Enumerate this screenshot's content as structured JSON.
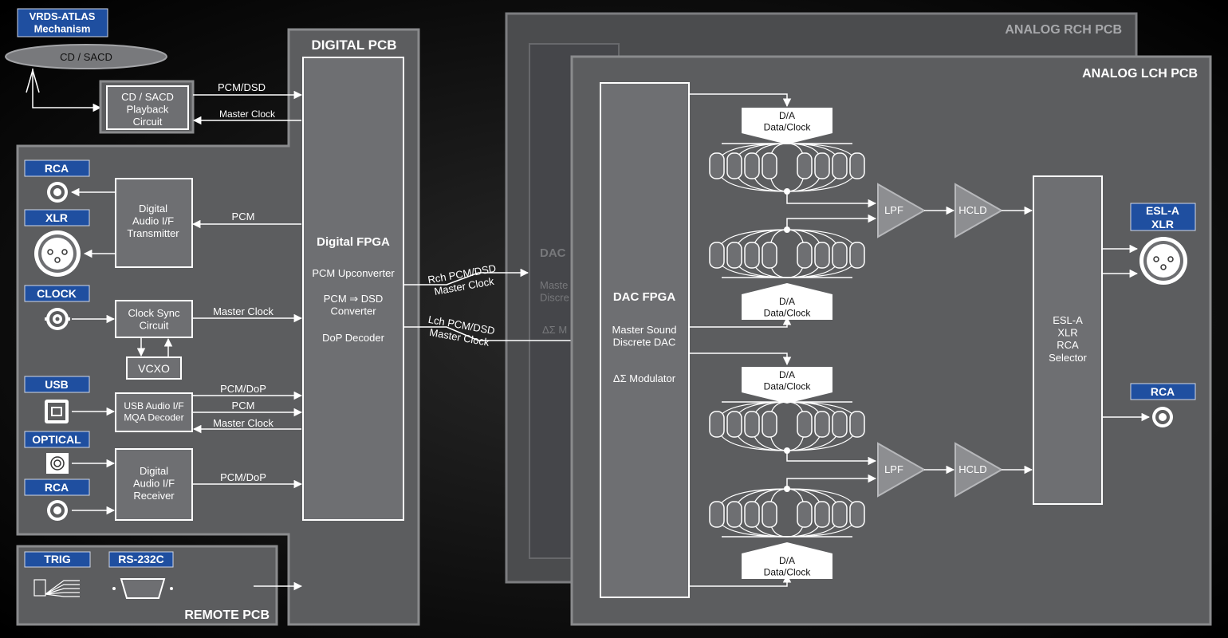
{
  "colors": {
    "background": "#000000",
    "pcb_fill": "#5c5d5f",
    "pcb_border": "#8a8b8d",
    "label_blue": "#1f4fa0",
    "block_fill": "#6e6f72",
    "arrow": "#ffffff"
  },
  "mechanism": {
    "label": "VRDS-ATLAS\nMechanism",
    "disc": "CD / SACD",
    "playback": "CD / SACD\nPlayback\nCircuit",
    "pcm_dsd": "PCM/DSD",
    "master_clock": "Master Clock"
  },
  "digital_pcb": {
    "title": "DIGITAL PCB",
    "fpga_title": "Digital FPGA",
    "fpga_lines": [
      "PCM Upconverter",
      "PCM ⇒ DSD\nConverter",
      "DoP Decoder"
    ],
    "inputs": {
      "rca_top": "RCA",
      "xlr": "XLR",
      "clock": "CLOCK",
      "usb": "USB",
      "optical": "OPTICAL",
      "rca_bottom": "RCA"
    },
    "transmitter": "Digital\nAudio I/F\nTransmitter",
    "pcm": "PCM",
    "clock_sync": "Clock Sync\nCircuit",
    "master_clock": "Master Clock",
    "vcxo": "VCXO",
    "usb_block": "USB Audio I/F\nMQA Decoder",
    "pcm_dop": "PCM/DoP",
    "pcm2": "PCM",
    "master_clock2": "Master Clock",
    "receiver": "Digital\nAudio I/F\nReceiver",
    "pcm_dop2": "PCM/DoP"
  },
  "remote_pcb": {
    "title": "REMOTE PCB",
    "trig": "TRIG",
    "rs232c": "RS-232C"
  },
  "links": {
    "rch": "Rch PCM/DSD\nMaster Clock",
    "lch": "Lch PCM/DSD\nMaster Clock"
  },
  "analog_rch": {
    "title": "ANALOG RCH PCB",
    "dac_partial": "DAC",
    "master_partial": "Maste\nDiscre",
    "delta_partial": "ΔΣ M"
  },
  "analog_lch": {
    "title": "ANALOG LCH PCB",
    "dac_fpga": "DAC FPGA",
    "dac_lines": [
      "Master Sound\nDiscrete DAC",
      "ΔΣ Modulator"
    ],
    "da": "D/A\nData/Clock",
    "lpf": "LPF",
    "hcld": "HCLD",
    "selector": "ESL-A\nXLR\nRCA\nSelector",
    "out_xlr": "ESL-A\nXLR",
    "out_rca": "RCA"
  }
}
